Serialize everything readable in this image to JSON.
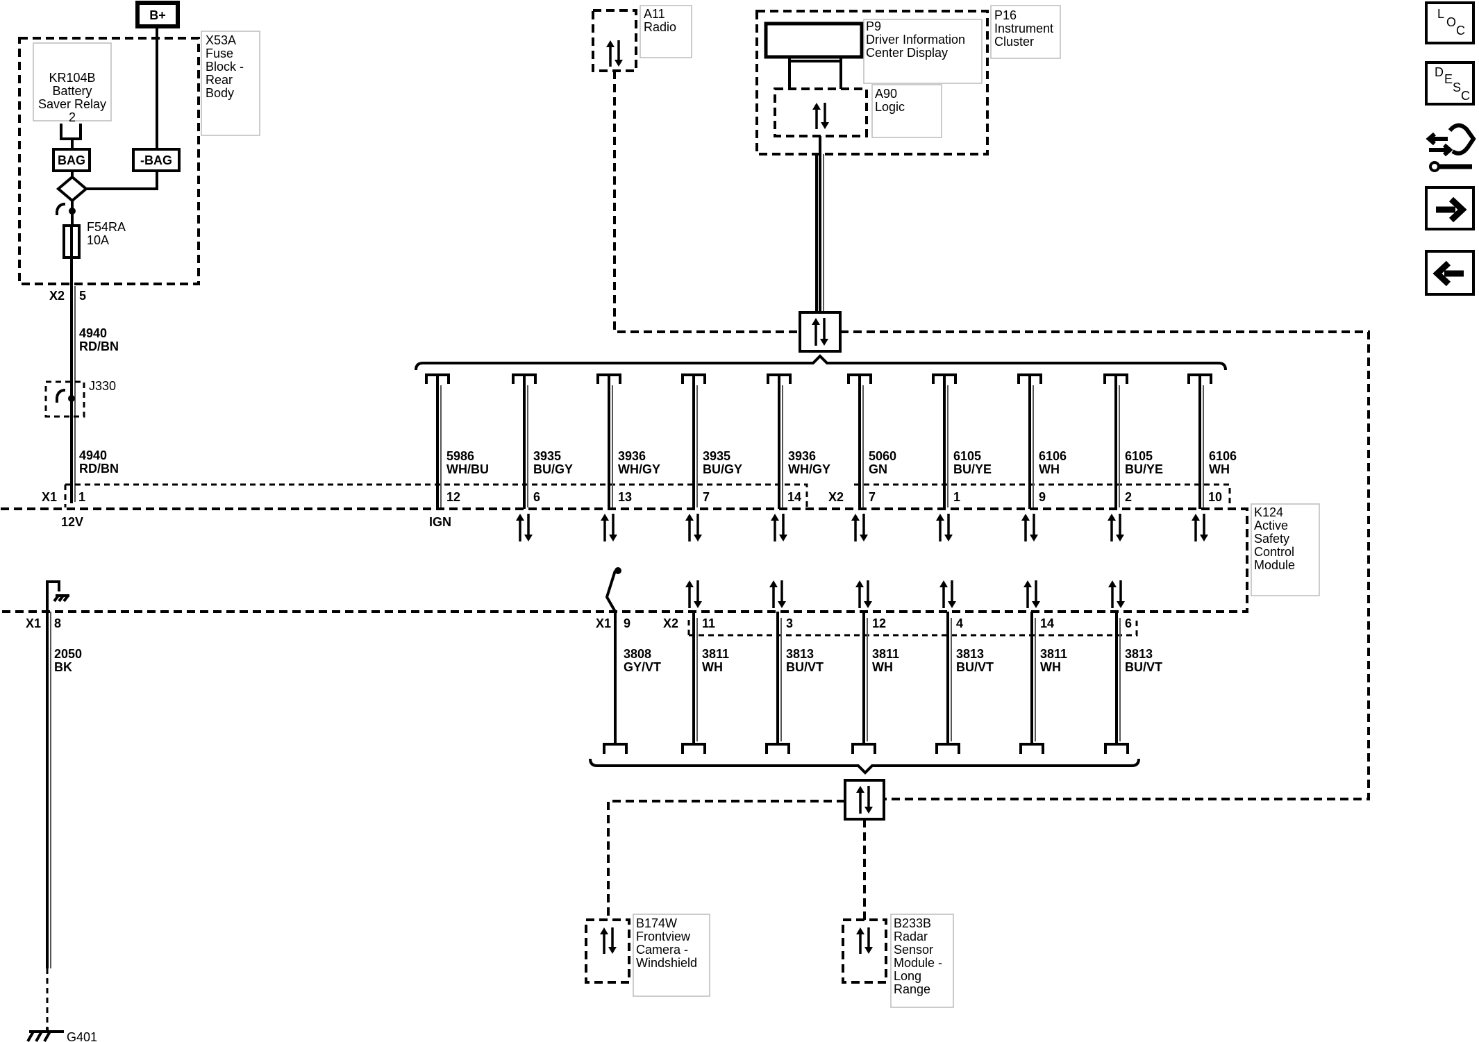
{
  "components": {
    "bplus": "B+",
    "x53a": [
      "X53A",
      "Fuse",
      "Block -",
      "Rear",
      "Body"
    ],
    "kr104b": [
      "KR104B",
      "Battery",
      "Saver Relay",
      "2"
    ],
    "bag": "BAG",
    "neg_bag": "-BAG",
    "f54ra": [
      "F54RA",
      "10A"
    ],
    "j330": "J330",
    "a11": [
      "A11",
      "Radio"
    ],
    "p9": [
      "P9",
      "Driver Information",
      "Center Display"
    ],
    "p16": [
      "P16",
      "Instrument",
      "Cluster"
    ],
    "a90": [
      "A90",
      "Logic"
    ],
    "k124": [
      "K124",
      "Active",
      "Safety",
      "Control",
      "Module"
    ],
    "b174w": [
      "B174W",
      "Frontview",
      "Camera -",
      "Windshield"
    ],
    "b233b": [
      "B233B",
      "Radar",
      "Sensor",
      "Module -",
      "Long",
      "Range"
    ],
    "g401": "G401"
  },
  "power_circuit": {
    "x2_connector": "X2",
    "x2_pin": "5",
    "wire_upper": [
      "4940",
      "RD/BN"
    ],
    "wire_lower": [
      "4940",
      "RD/BN"
    ],
    "x1_connector": "X1",
    "x1_pin": "1",
    "pin_label": "12V"
  },
  "ground_circuit": {
    "connector": "X1",
    "pin": "8",
    "wire": [
      "2050",
      "BK"
    ]
  },
  "upper_connectors": {
    "x1_label": "X1",
    "x2_label": "X2",
    "ign_label": "IGN",
    "wires": [
      {
        "circuit": "5986",
        "color": "WH/BU",
        "pin": "12"
      },
      {
        "circuit": "3935",
        "color": "BU/GY",
        "pin": "6"
      },
      {
        "circuit": "3936",
        "color": "WH/GY",
        "pin": "13"
      },
      {
        "circuit": "3935",
        "color": "BU/GY",
        "pin": "7"
      },
      {
        "circuit": "3936",
        "color": "WH/GY",
        "pin": "14"
      },
      {
        "circuit": "5060",
        "color": "GN",
        "pin": "7"
      },
      {
        "circuit": "6105",
        "color": "BU/YE",
        "pin": "1"
      },
      {
        "circuit": "6106",
        "color": "WH",
        "pin": "9"
      },
      {
        "circuit": "6105",
        "color": "BU/YE",
        "pin": "2"
      },
      {
        "circuit": "6106",
        "color": "WH",
        "pin": "10"
      }
    ]
  },
  "lower_connectors": {
    "x1_label": "X1",
    "x2_label": "X2",
    "wires": [
      {
        "circuit": "3808",
        "color": "GY/VT",
        "pin": "9"
      },
      {
        "circuit": "3811",
        "color": "WH",
        "pin": "11"
      },
      {
        "circuit": "3813",
        "color": "BU/VT",
        "pin": "3"
      },
      {
        "circuit": "3811",
        "color": "WH",
        "pin": "12"
      },
      {
        "circuit": "3813",
        "color": "BU/VT",
        "pin": "4"
      },
      {
        "circuit": "3811",
        "color": "WH",
        "pin": "14"
      },
      {
        "circuit": "3813",
        "color": "BU/VT",
        "pin": "6"
      }
    ]
  },
  "nav": {
    "loc": [
      "L",
      "O",
      "C"
    ],
    "desc": [
      "D",
      "E",
      "S",
      "C"
    ]
  }
}
